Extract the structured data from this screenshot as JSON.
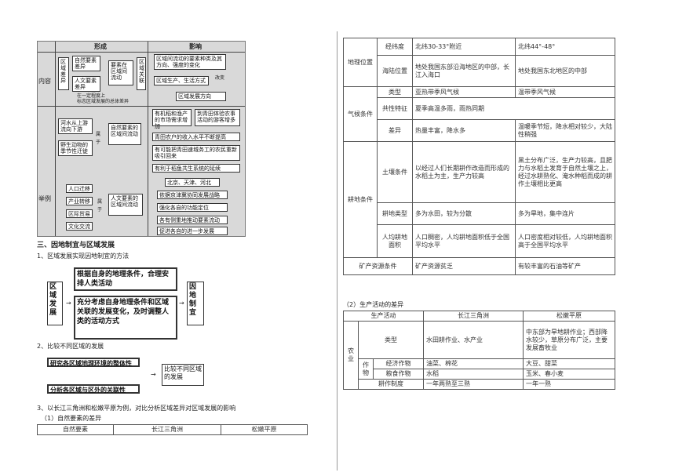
{
  "fig_top": {
    "header_xingcheng": "形成",
    "header_yingxiang": "影响",
    "row_neirong": "内容",
    "row_juli": "举例",
    "neirong": {
      "quyu_chayi": "区域差异",
      "ziran_yaosu": "自然要素差异",
      "renwen_yaosu": "人文要素差异",
      "yaosu_liudong": "要素在区域间流动",
      "quyu_lianxi": "区域关联",
      "liudong_effect": "区域间流动的要素种类及其方向、强度的变化",
      "shengchan": "区域生产、生活方式",
      "gaibian": "改变",
      "fazhan_fangxiang": "区域发展方向",
      "note": "在一定程度上",
      "note2": "标志区域发展的总体差异"
    },
    "juli": {
      "heshui": "河水从上游流向下游",
      "dongwu": "野生动物的季节性迁徙",
      "shuyu1": "属于",
      "ziran_liudong": "自然要素的区域间流动",
      "e1": "有机稻和渔产的市场需求增加",
      "e2": "到青田体验农事活动的游客增多",
      "e3": "青田农户的收入水平不断提高",
      "e4": "有可能把青田速城务工的农民重新吸引回来",
      "e5": "有利于稻鱼共生系统的延续",
      "renkou": "人口迁移",
      "chanye": "产业转移",
      "guoji": "区际贸易",
      "wenhua": "文化交流",
      "shuyu2": "属于",
      "renwen_liudong": "人文要素的区域间流动",
      "j1": "北京、天津、河北",
      "j2": "依据京津冀协同发展战略",
      "j3": "强化各自的功能定位",
      "j4": "各有侧重地推动要素流动",
      "j5": "促进各自的进一步发展"
    }
  },
  "section_title": "三、因地制宜与区域发展",
  "sub1": "1、区域发展实现因地制宜的方法",
  "fig_mid1": {
    "left": "区域发展",
    "top": "根据自身的地理条件，合理安排人类活动",
    "bottom": "充分考虑自身地理条件和区域关联的发展变化，及时调整人类的活动方式",
    "right": "因地制宜"
  },
  "sub2": "2、比较不同区域的发展",
  "fig_mid2": {
    "a": "研究各区域地理环境的整体性",
    "b": "分析各区域与区外的关联性",
    "c": "比较不同区域的发展"
  },
  "sub3": "3、以长江三角洲和松嫩平原为例，对比分析区域差异对区域发展的影响",
  "sub3_1": "（1）自然要素的差异",
  "bottom_table_header": [
    "自然要素",
    "长江三角洲",
    "松嫩平原"
  ],
  "right_table": {
    "rows": [
      {
        "group": "地理位置",
        "item": "经纬度",
        "a": "北纬30-33°附近",
        "b": "北纬44°-48°"
      },
      {
        "group": "",
        "item": "海陆位置",
        "a": "地处我国东部沿海地区的中部，长江入海口",
        "b": "地处我国东北地区的中部"
      },
      {
        "group": "气候条件",
        "item": "类型",
        "a": "亚热带季风气候",
        "b": "温带季风气候"
      },
      {
        "group": "",
        "item": "共性特征",
        "a": "夏季高温多雨，雨热同期",
        "b": ""
      },
      {
        "group": "",
        "item": "差异",
        "a": "热量丰富，降水多",
        "b": "温暖季节短，降水相对较少，大陆性稍强"
      },
      {
        "group": "耕地条件",
        "item": "土壤条件",
        "a": "以经过人们长期耕作改造而形成的水稻土为主，生产力较高",
        "b": "黑土分布广泛，生产力较高，且肥力与水稻土发育于自然土壤之上，经过水耕熟化、淹水种稻而成的耕作土壤相比更高"
      },
      {
        "group": "",
        "item": "耕地类型",
        "a": "多为水田，较为分散",
        "b": "多为旱地，集中连片"
      },
      {
        "group": "",
        "item": "人均耕地面积",
        "a": "人口稠密，人均耕地面积低于全国平均水平",
        "b": "人口密度相对较低，人均耕地面积高于全国平均水平"
      },
      {
        "group": "矿产资源条件",
        "item": "",
        "a": "矿产资源贫乏",
        "b": "有较丰富的石油等矿产"
      }
    ]
  },
  "sub3_2": "（2）生产活动的差异",
  "right_table2": {
    "header": [
      "生产活动",
      "长江三角洲",
      "松嫩平原"
    ],
    "nongye": "农业",
    "leixing": "类型",
    "leixing_a": "水田耕作业、水产业",
    "leixing_b": "中东部为旱地耕作业；西部降水较少，草原分布广泛，主要发展畜牧业",
    "zuowu": "作物",
    "jingji": "经济作物",
    "jingji_a": "油菜、棉花",
    "jingji_b": "大豆、甜菜",
    "liangshi": "粮食作物",
    "liangshi_a": "水稻",
    "liangshi_b": "玉米、春小麦",
    "gengzuo": "耕作制度",
    "gengzuo_a": "一年两熟至三熟",
    "gengzuo_b": "一年一熟"
  }
}
